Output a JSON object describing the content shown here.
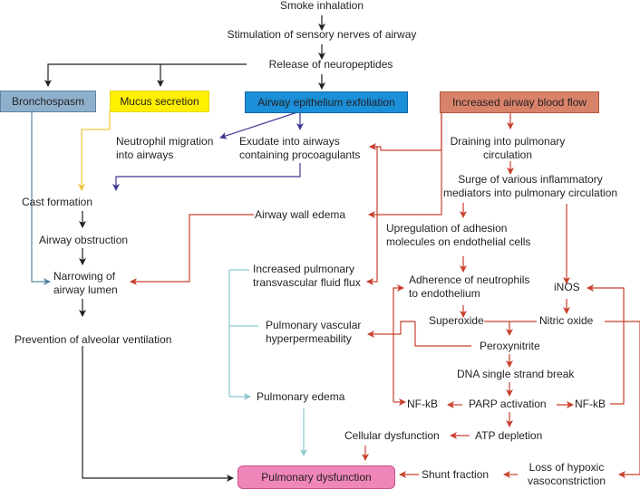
{
  "title": "Smoke inhalation injury pathophysiology",
  "colors": {
    "black": "#231f20",
    "bronchospasm": "#8fb0cc",
    "mucus": "#ffef00",
    "epithelium": "#1b8fd8",
    "bloodflow": "#d9826a",
    "pulmonary": "#ef86b9",
    "red": "#c8402e",
    "purple": "#3d3a93",
    "teal": "#8dc6cf",
    "yellow": "#f0c33c",
    "blue_gray": "#5b86a3"
  },
  "nodes": {
    "smoke": "Smoke inhalation",
    "stimulation": "Stimulation of sensory nerves of airway",
    "release": "Release of neuropeptides",
    "bronchospasm": "Bronchospasm",
    "mucus": "Mucus secretion",
    "epithelium": "Airway epithelium exfoliation",
    "bloodflow": "Increased airway blood flow",
    "neutrophil_migration": [
      "Neutrophil migration",
      "into airways"
    ],
    "exudate": [
      "Exudate into airways",
      "containing procoagulants"
    ],
    "draining": [
      "Draining into pulmonary",
      "circulation"
    ],
    "surge": [
      "Surge of various inflammatory",
      "mediators into pulmonary circulation"
    ],
    "cast": "Cast formation",
    "wall_edema": "Airway wall edema",
    "upregulation": [
      "Upregulation of adhesion",
      "molecules on endothelial cells"
    ],
    "obstruction": "Airway obstruction",
    "narrowing": [
      "Narrowing of",
      "airway lumen"
    ],
    "fluid_flux": [
      "Increased pulmonary",
      "transvascular fluid flux"
    ],
    "adherence": [
      "Adherence of neutrophils",
      "to endothelium"
    ],
    "inos": "iNOS",
    "superoxide": "Superoxide",
    "nitric_oxide": "Nitric oxide",
    "hyperpermeability": [
      "Pulmonary vascular",
      "hyperpermeability"
    ],
    "peroxynitrite": "Peroxynitrite",
    "prevention": "Prevention of alveolar ventilation",
    "dna": "DNA single strand break",
    "edema": "Pulmonary edema",
    "nfkb_left": "NF-kB",
    "parp": "PARP activation",
    "nfkb_right": "NF-kB",
    "cellular": "Cellular dysfunction",
    "atp": "ATP depletion",
    "dysfunction": "Pulmonary dysfunction",
    "shunt": "Shunt fraction",
    "loss_hypoxic": [
      "Loss of hypoxic",
      "vasoconstriction"
    ]
  }
}
